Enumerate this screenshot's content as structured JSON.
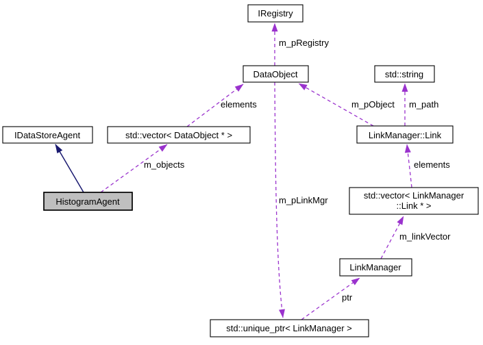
{
  "diagram": {
    "colors": {
      "usage_edge": "#9a32cd",
      "inheritance_edge": "#191970",
      "node_fill": "#ffffff",
      "node_border": "#000000",
      "highlight_fill": "#bfbfbf",
      "background": "#ffffff"
    },
    "nodes": {
      "iregistry": {
        "label": "IRegistry"
      },
      "dataobject": {
        "label": "DataObject"
      },
      "std_string": {
        "label": "std::string"
      },
      "idatastoreagent": {
        "label": "IDataStoreAgent"
      },
      "vector_dataobject": {
        "label": "std::vector< DataObject * >"
      },
      "linkmanager_link": {
        "label": "LinkManager::Link"
      },
      "histogramagent": {
        "label": "HistogramAgent"
      },
      "vector_link": {
        "label_line1": "std::vector< LinkManager",
        "label_line2": "::Link * >"
      },
      "linkmanager": {
        "label": "LinkManager"
      },
      "unique_ptr": {
        "label": "std::unique_ptr< LinkManager >"
      }
    },
    "edge_labels": {
      "m_pRegistry": "m_pRegistry",
      "elements_dataobject": "elements",
      "m_pObject": "m_pObject",
      "m_path": "m_path",
      "m_objects": "m_objects",
      "elements_link": "elements",
      "m_pLinkMgr": "m_pLinkMgr",
      "m_linkVector": "m_linkVector",
      "ptr": "ptr"
    }
  }
}
